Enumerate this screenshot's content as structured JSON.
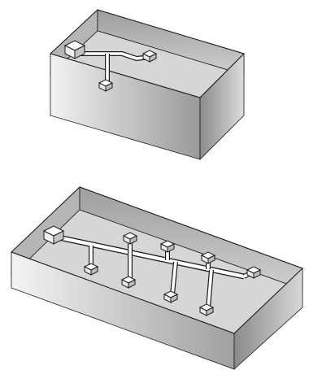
{
  "diagrams": [
    {
      "id": "small-room",
      "indoor_units": 3
    },
    {
      "id": "large-room",
      "indoor_units": 8
    }
  ],
  "colors": {
    "floor": "#d9d9d9",
    "wall_back": "#c4c4c4",
    "wall_front_light": "#f5f5f5",
    "wall_front_dark": "#8a8a8a",
    "outline": "#1a1a1a",
    "unit_fill": "#ffffff"
  },
  "icons": [
    "outdoor-unit-icon",
    "indoor-unit-icon",
    "refrigerant-pipe-icon"
  ]
}
